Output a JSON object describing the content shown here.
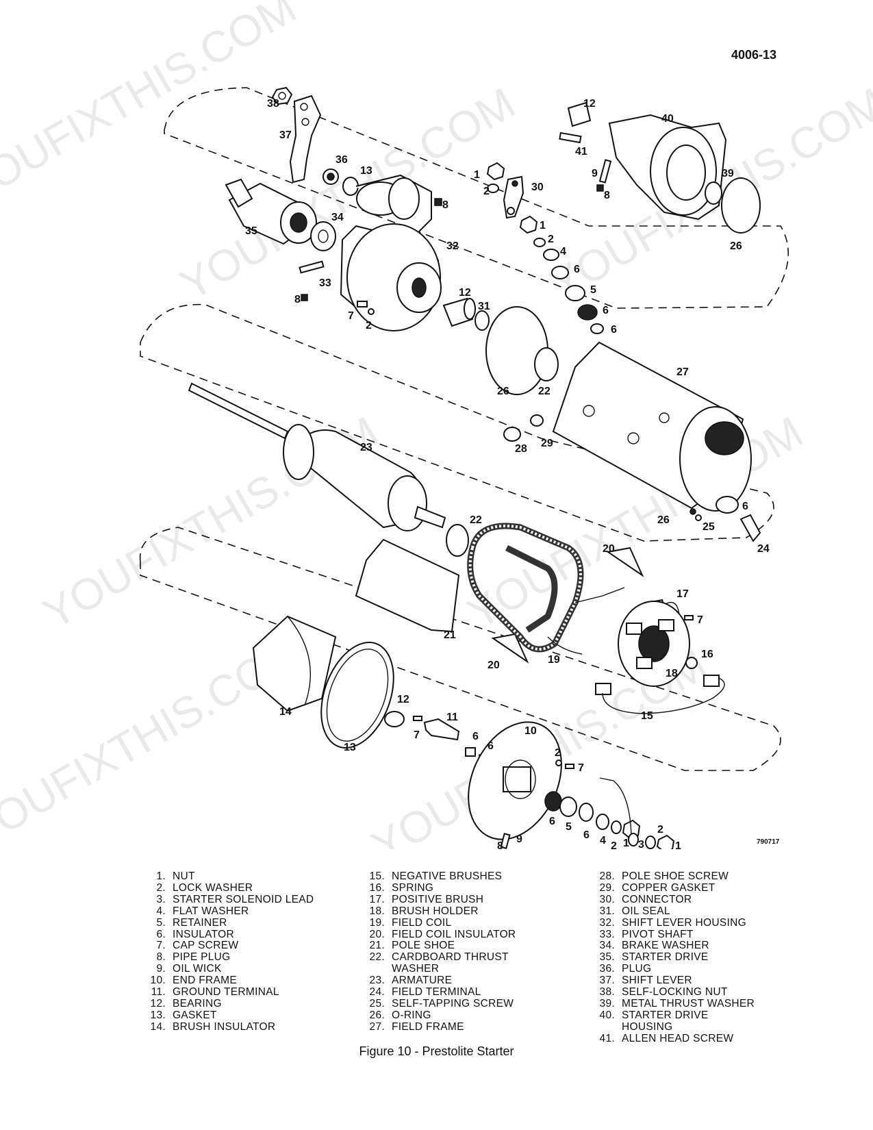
{
  "page_number": "4006-13",
  "figure_code": "790717",
  "caption": "Figure 10 - Prestolite Starter",
  "watermark": "YOUFIXTHIS.COM",
  "callouts": {
    "c38": "38",
    "c37": "37",
    "c36": "36",
    "c13a": "13",
    "c35": "35",
    "c34": "34",
    "c33": "33",
    "c8a": "8",
    "c8b": "8",
    "c7a": "7",
    "c2a": "2",
    "c32": "32",
    "c12a": "12",
    "c31": "31",
    "c1a": "1",
    "c2b": "2",
    "c30": "30",
    "c1b": "1",
    "c2c": "2",
    "c4a": "4",
    "c6a": "6",
    "c5a": "5",
    "c6b": "6",
    "c6c": "6",
    "c12b": "12",
    "c40": "40",
    "c41": "41",
    "c9a": "9",
    "c8c": "8",
    "c39": "39",
    "c26a": "26",
    "c26b": "26",
    "c22a": "22",
    "c27": "27",
    "c28": "28",
    "c29": "29",
    "c23": "23",
    "c22b": "22",
    "c26c": "26",
    "c25": "25",
    "c6d": "6",
    "c24": "24",
    "c20a": "20",
    "c20b": "20",
    "c21": "21",
    "c17": "17",
    "c7b": "7",
    "c16": "16",
    "c19": "19",
    "c18": "18",
    "c15": "15",
    "c14": "14",
    "c13b": "13",
    "c12c": "12",
    "c7c": "7",
    "c11": "11",
    "c6e": "6",
    "c6f": "6",
    "c10": "10",
    "c2d": "2",
    "c7d": "7",
    "c6g": "6",
    "c5b": "5",
    "c6h": "6",
    "c4b": "4",
    "c2e": "2",
    "c1c": "1",
    "c3": "3",
    "c2f": "2",
    "c1d": "1",
    "c9b": "9",
    "c8d": "8"
  },
  "legend": [
    [
      {
        "num": "1.",
        "name": "NUT"
      },
      {
        "num": "2.",
        "name": "LOCK WASHER"
      },
      {
        "num": "3.",
        "name": "STARTER SOLENOID LEAD"
      },
      {
        "num": "4.",
        "name": "FLAT WASHER"
      },
      {
        "num": "5.",
        "name": "RETAINER"
      },
      {
        "num": "6.",
        "name": "INSULATOR"
      },
      {
        "num": "7.",
        "name": "CAP SCREW"
      },
      {
        "num": "8.",
        "name": "PIPE PLUG"
      },
      {
        "num": "9.",
        "name": "OIL WICK"
      },
      {
        "num": "10.",
        "name": "END FRAME"
      },
      {
        "num": "11.",
        "name": "GROUND TERMINAL"
      },
      {
        "num": "12.",
        "name": "BEARING"
      },
      {
        "num": "13.",
        "name": "GASKET"
      },
      {
        "num": "14.",
        "name": "BRUSH INSULATOR"
      }
    ],
    [
      {
        "num": "15.",
        "name": "NEGATIVE BRUSHES"
      },
      {
        "num": "16.",
        "name": "SPRING"
      },
      {
        "num": "17.",
        "name": "POSITIVE BRUSH"
      },
      {
        "num": "18.",
        "name": "BRUSH HOLDER"
      },
      {
        "num": "19.",
        "name": "FIELD COIL"
      },
      {
        "num": "20.",
        "name": "FIELD COIL INSULATOR"
      },
      {
        "num": "21.",
        "name": "POLE SHOE"
      },
      {
        "num": "22.",
        "name": "CARDBOARD THRUST\nWASHER"
      },
      {
        "num": "23.",
        "name": "ARMATURE"
      },
      {
        "num": "24.",
        "name": "FIELD TERMINAL"
      },
      {
        "num": "25.",
        "name": "SELF-TAPPING SCREW"
      },
      {
        "num": "26.",
        "name": "O-RING"
      },
      {
        "num": "27.",
        "name": "FIELD FRAME"
      }
    ],
    [
      {
        "num": "28.",
        "name": "POLE SHOE SCREW"
      },
      {
        "num": "29.",
        "name": "COPPER GASKET"
      },
      {
        "num": "30.",
        "name": "CONNECTOR"
      },
      {
        "num": "31.",
        "name": "OIL SEAL"
      },
      {
        "num": "32.",
        "name": "SHIFT LEVER HOUSING"
      },
      {
        "num": "33.",
        "name": "PIVOT SHAFT"
      },
      {
        "num": "34.",
        "name": "BRAKE WASHER"
      },
      {
        "num": "35.",
        "name": "STARTER DRIVE"
      },
      {
        "num": "36.",
        "name": "PLUG"
      },
      {
        "num": "37.",
        "name": "SHIFT LEVER"
      },
      {
        "num": "38.",
        "name": "SELF-LOCKING NUT"
      },
      {
        "num": "39.",
        "name": "METAL THRUST WASHER"
      },
      {
        "num": "40.",
        "name": "STARTER DRIVE\nHOUSING"
      },
      {
        "num": "41.",
        "name": "ALLEN HEAD SCREW"
      }
    ]
  ]
}
